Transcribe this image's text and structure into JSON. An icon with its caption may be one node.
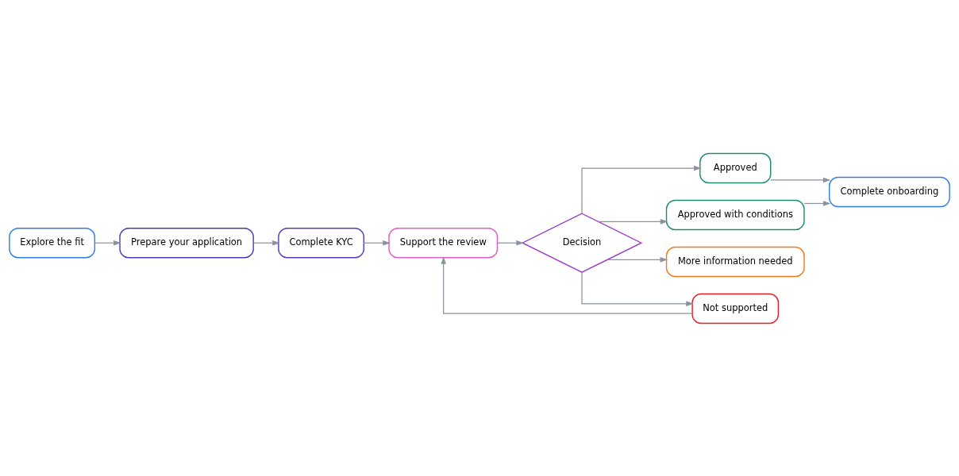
{
  "diagram": {
    "nodes": [
      {
        "text": [
          "Explore the fit"
        ]
      },
      {
        "text": [
          "Prepare your application"
        ]
      },
      {
        "text": [
          "Complete KYC"
        ]
      },
      {
        "text": [
          "Support the review"
        ]
      },
      {
        "text": [
          "Decision"
        ]
      },
      {
        "text": [
          "Approved"
        ]
      },
      {
        "text": [
          "Approved with conditions"
        ]
      },
      {
        "text": [
          "More information needed"
        ]
      },
      {
        "text": [
          "Not supported"
        ]
      },
      {
        "text": [
          "Complete onboarding"
        ]
      }
    ],
    "edges": [
      {
        "from": 0,
        "to": 1,
        "arrow": "to"
      },
      {
        "from": 1,
        "to": 2,
        "arrow": "to"
      },
      {
        "from": 2,
        "to": 3,
        "arrow": "to"
      },
      {
        "from": 3,
        "to": 4,
        "arrow": "to"
      },
      {
        "from": 4,
        "to": 5,
        "arrow": "to"
      },
      {
        "from": 4,
        "to": 6,
        "arrow": "to"
      },
      {
        "from": 4,
        "to": 7,
        "arrow": "to"
      },
      {
        "from": 4,
        "to": 8,
        "arrow": "to"
      },
      {
        "from": 5,
        "to": 9,
        "arrow": "to"
      },
      {
        "from": 6,
        "to": 9,
        "arrow": "to"
      },
      {
        "from": 8,
        "to": 3,
        "arrow": "to"
      }
    ]
  }
}
